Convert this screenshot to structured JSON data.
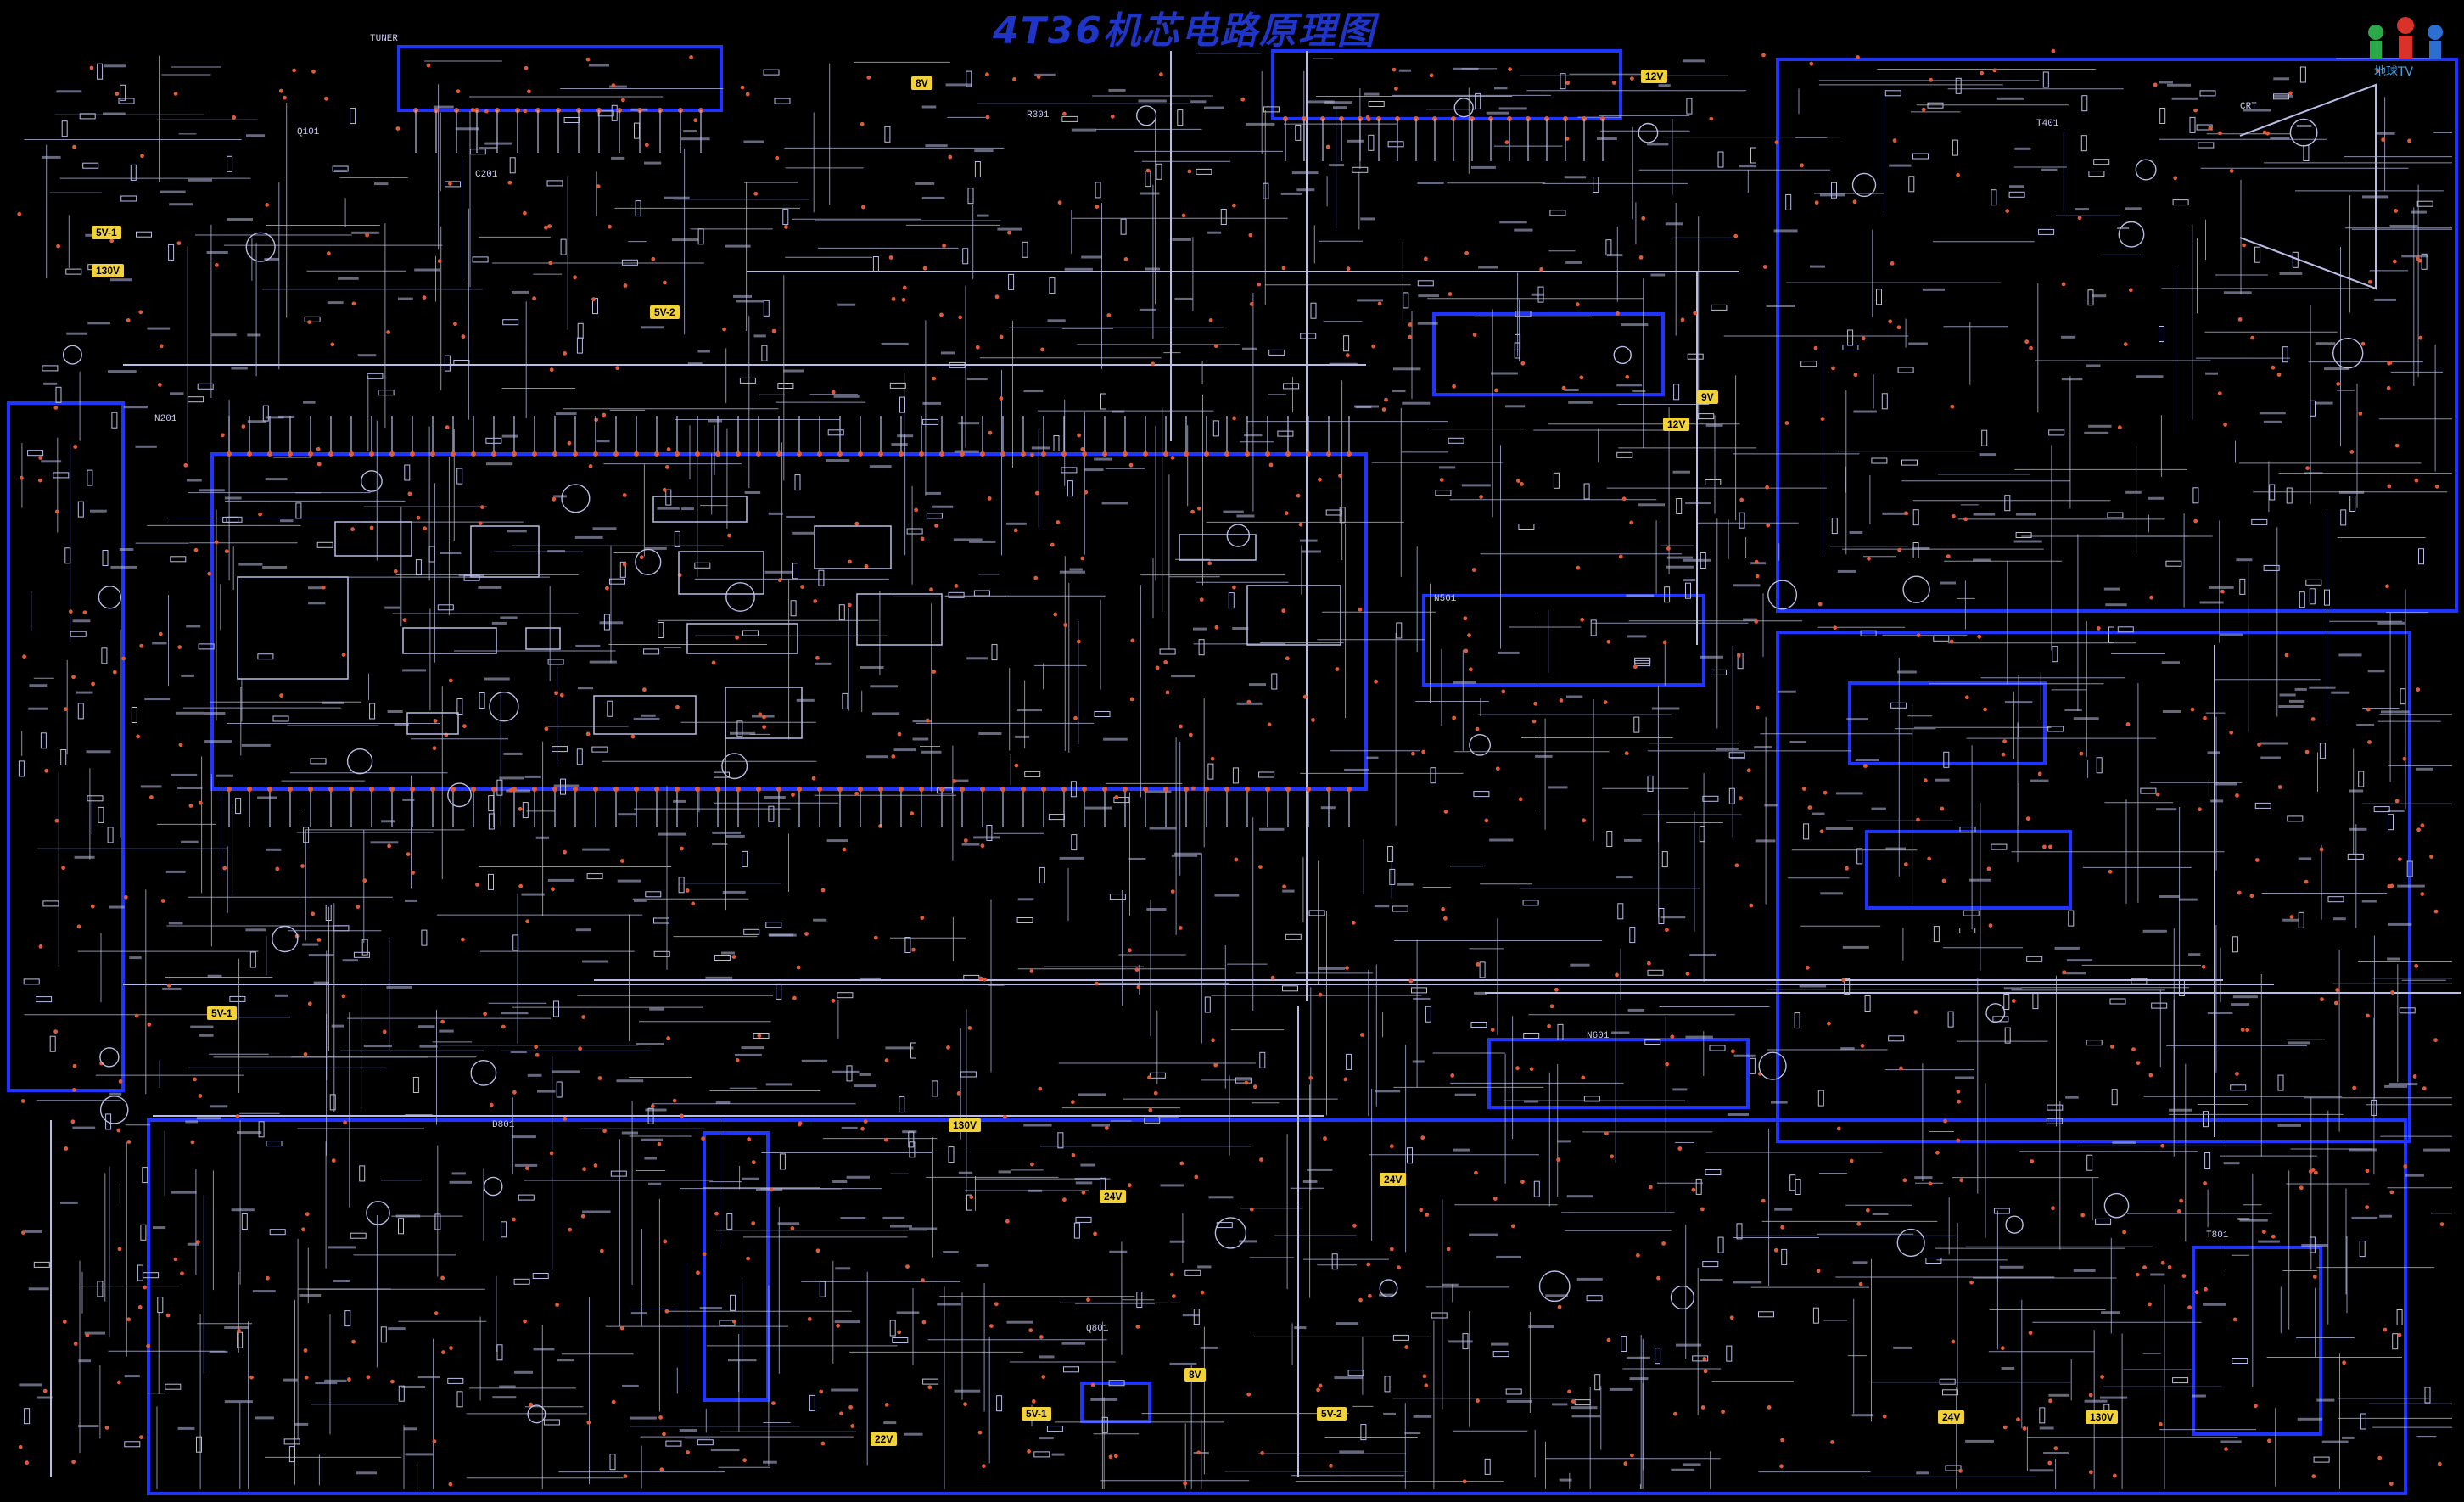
{
  "title": "4T36机芯电路原理图",
  "logo_text": "地球TV",
  "colors": {
    "background": "#000000",
    "frame": "#1f35ff",
    "wire": "#b9bde6",
    "node": "#e05a3a",
    "tag": "#f2d23a"
  },
  "voltage_tags": [
    {
      "id": "5v-1-a",
      "text": "5V-1"
    },
    {
      "id": "130v-a",
      "text": "130V"
    },
    {
      "id": "8v-a",
      "text": "8V"
    },
    {
      "id": "12v-a",
      "text": "12V"
    },
    {
      "id": "5v-2-a",
      "text": "5V-2"
    },
    {
      "id": "9v-a",
      "text": "9V"
    },
    {
      "id": "12v-b",
      "text": "12V"
    },
    {
      "id": "5v-1-b",
      "text": "5V-1"
    },
    {
      "id": "130v-b",
      "text": "130V"
    },
    {
      "id": "24v-a",
      "text": "24V"
    },
    {
      "id": "24v-b",
      "text": "24V"
    },
    {
      "id": "8v-b",
      "text": "8V"
    },
    {
      "id": "5v-1-c",
      "text": "5V-1"
    },
    {
      "id": "5v-2-b",
      "text": "5V-2"
    },
    {
      "id": "22v-a",
      "text": "22V"
    },
    {
      "id": "24v-c",
      "text": "24V"
    },
    {
      "id": "130v-c",
      "text": "130V"
    }
  ],
  "component_labels": [
    {
      "id": "l1",
      "text": "TUNER"
    },
    {
      "id": "l2",
      "text": "N201"
    },
    {
      "id": "l3",
      "text": "Q101"
    },
    {
      "id": "l4",
      "text": "C201"
    },
    {
      "id": "l5",
      "text": "R301"
    },
    {
      "id": "l6",
      "text": "T401"
    },
    {
      "id": "l7",
      "text": "N501"
    },
    {
      "id": "l8",
      "text": "D801"
    },
    {
      "id": "l9",
      "text": "T801"
    },
    {
      "id": "l10",
      "text": "Q801"
    },
    {
      "id": "l11",
      "text": "N601"
    },
    {
      "id": "l12",
      "text": "CRT"
    }
  ]
}
